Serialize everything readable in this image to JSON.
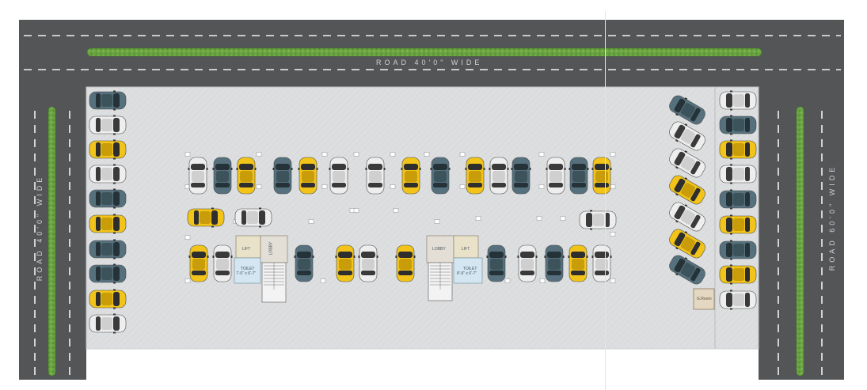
{
  "roads": {
    "top": "ROAD 40'0\" WIDE",
    "left": "ROAD 40'0\" WIDE",
    "right": "ROAD 60'0\" WIDE"
  },
  "rooms": {
    "lobby_left": "LOBBY",
    "lift_left": "LIFT",
    "toilet_left": "TOILET",
    "toilet_left_size": "7'-0\" x 6'-7\"",
    "lobby_right": "LOBBY",
    "lift_right": "LIFT",
    "toilet_right": "TOILET",
    "toilet_right_size": "8'-9\" x 6'-7\"",
    "guard_room": "G.Room"
  },
  "colors": {
    "road": "#535557",
    "lot": "#dddfe0",
    "median": "#6aa342",
    "car_yellow": "#f2c419",
    "car_teal": "#56717d",
    "car_white": "#eeeeee"
  },
  "parking": {
    "left_column": [
      "teal",
      "white",
      "yellow",
      "white",
      "teal",
      "yellow",
      "teal",
      "teal",
      "yellow",
      "white"
    ],
    "right_column": [
      "white",
      "teal",
      "yellow",
      "white",
      "teal",
      "yellow",
      "teal",
      "yellow",
      "white"
    ],
    "angled_row": [
      "teal",
      "white",
      "white",
      "yellow",
      "white",
      "yellow",
      "teal"
    ],
    "middle_top_row": [
      "white",
      "teal",
      "yellow",
      "teal",
      "yellow",
      "white",
      "white",
      "yellow",
      "teal",
      "yellow",
      "white",
      "teal",
      "white",
      "teal",
      "yellow"
    ],
    "middle_side_left": [
      "yellow",
      "white"
    ],
    "middle_side_right": [
      "white"
    ],
    "middle_bottom_left": [
      "yellow",
      "white",
      "teal",
      "yellow",
      "white",
      "yellow"
    ],
    "middle_bottom_right": [
      "teal",
      "white",
      "teal",
      "yellow",
      "white"
    ]
  }
}
